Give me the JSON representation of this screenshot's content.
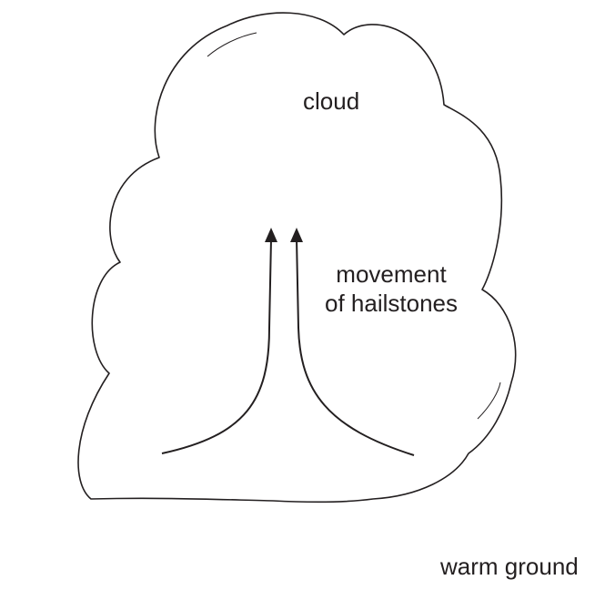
{
  "labels": {
    "cloud": "cloud",
    "movement_line1": "movement",
    "movement_line2": "of hailstones",
    "ground": "warm ground"
  },
  "colors": {
    "stroke": "#231f20",
    "background": "#ffffff"
  }
}
